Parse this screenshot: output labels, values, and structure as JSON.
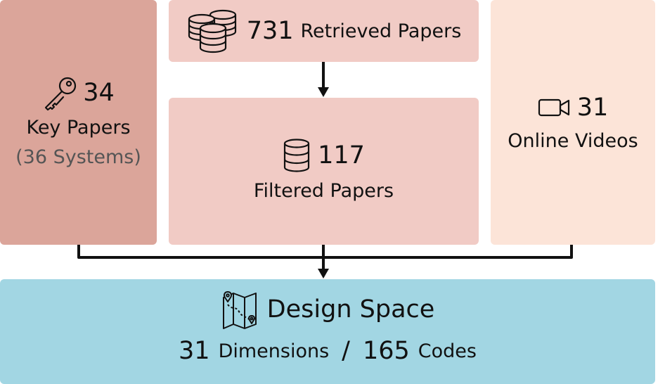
{
  "key_papers": {
    "count": "34",
    "label": "Key Papers",
    "sub": "(36 Systems)",
    "icon": "key-icon"
  },
  "retrieved": {
    "count": "731",
    "label": "Retrieved Papers",
    "icon": "database-stack-icon"
  },
  "filtered": {
    "count": "117",
    "label": "Filtered Papers",
    "icon": "database-icon"
  },
  "videos": {
    "count": "31",
    "label": "Online Videos",
    "icon": "video-camera-icon"
  },
  "design_space": {
    "title": "Design Space",
    "dimensions_count": "31",
    "dimensions_label": "Dimensions",
    "separator": "/",
    "codes_count": "165",
    "codes_label": "Codes",
    "icon": "map-icon"
  },
  "colors": {
    "key_papers_bg": "#dba59a",
    "papers_bg": "#f1cbc5",
    "videos_bg": "#fce4d8",
    "design_space_bg": "#a2d6e3",
    "connector": "#111111"
  }
}
